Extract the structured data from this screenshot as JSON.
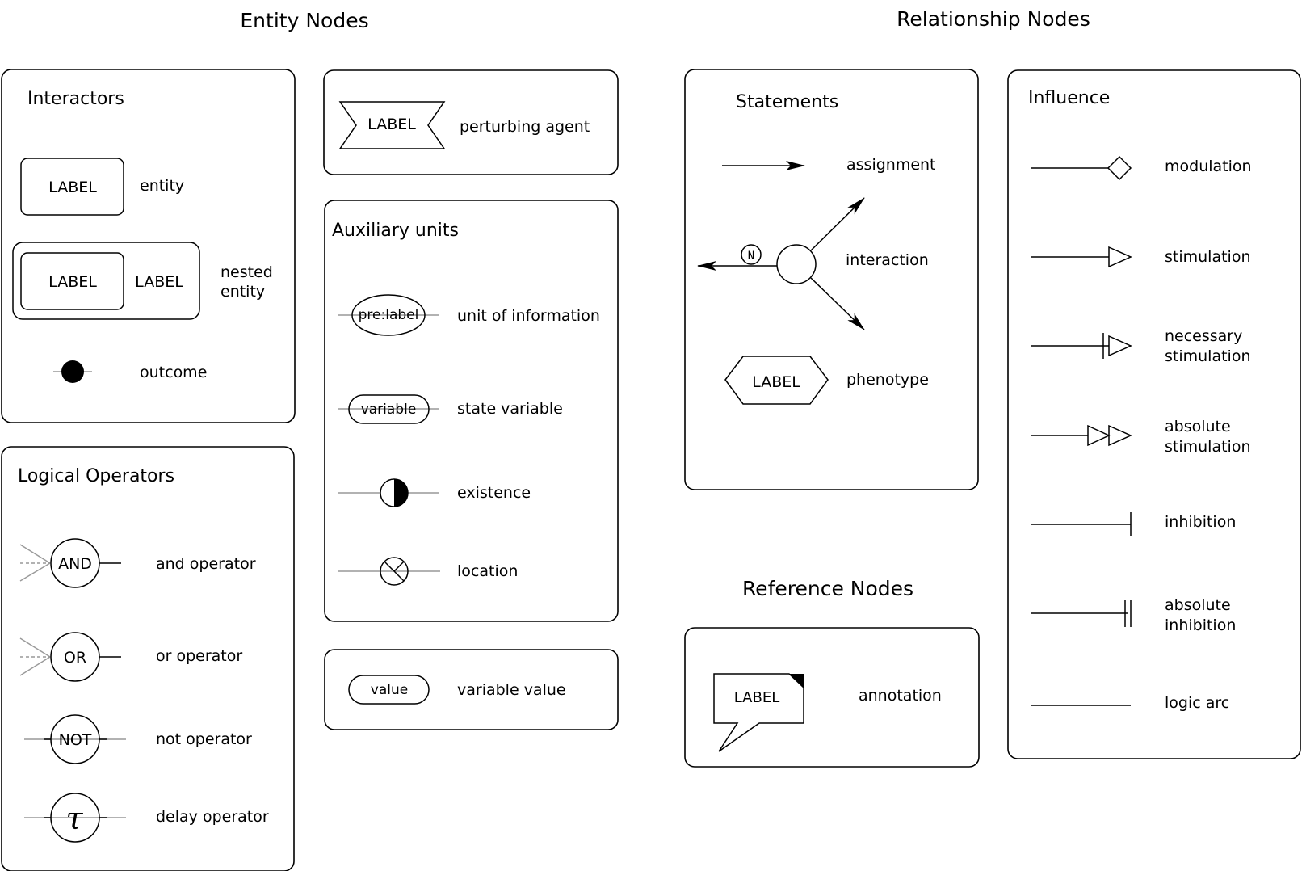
{
  "headings": {
    "entity": "Entity Nodes",
    "relationship": "Relationship Nodes",
    "reference": "Reference Nodes"
  },
  "interactors": {
    "title": "Interactors",
    "entity_glyph": "LABEL",
    "entity": "entity",
    "nested_inner_glyph": "LABEL",
    "nested_outer_glyph": "LABEL",
    "nested_line1": "nested",
    "nested_line2": "entity",
    "outcome": "outcome"
  },
  "perturbing": {
    "glyph": "LABEL",
    "label": "perturbing agent"
  },
  "auxiliary": {
    "title": "Auxiliary units",
    "unit_glyph": "pre:label",
    "unit": "unit of information",
    "state_glyph": "variable",
    "state": "state variable",
    "existence": "existence",
    "location": "location"
  },
  "variable_value": {
    "glyph": "value",
    "label": "variable value"
  },
  "logical": {
    "title": "Logical Operators",
    "and_glyph": "AND",
    "and": "and operator",
    "or_glyph": "OR",
    "or": "or operator",
    "not_glyph": "NOT",
    "not": "not operator",
    "delay_glyph": "τ",
    "delay": "delay operator"
  },
  "statements": {
    "title": "Statements",
    "assignment": "assignment",
    "interaction_badge": "N",
    "interaction": "interaction",
    "phenotype_glyph": "LABEL",
    "phenotype": "phenotype"
  },
  "reference": {
    "glyph": "LABEL",
    "annotation": "annotation"
  },
  "influence": {
    "title": "Influence",
    "modulation": "modulation",
    "stimulation": "stimulation",
    "necessary_line1": "necessary",
    "necessary_line2": "stimulation",
    "absolute_stim_line1": "absolute",
    "absolute_stim_line2": "stimulation",
    "inhibition": "inhibition",
    "absolute_inhib_line1": "absolute",
    "absolute_inhib_line2": "inhibition",
    "logic_arc": "logic arc"
  }
}
